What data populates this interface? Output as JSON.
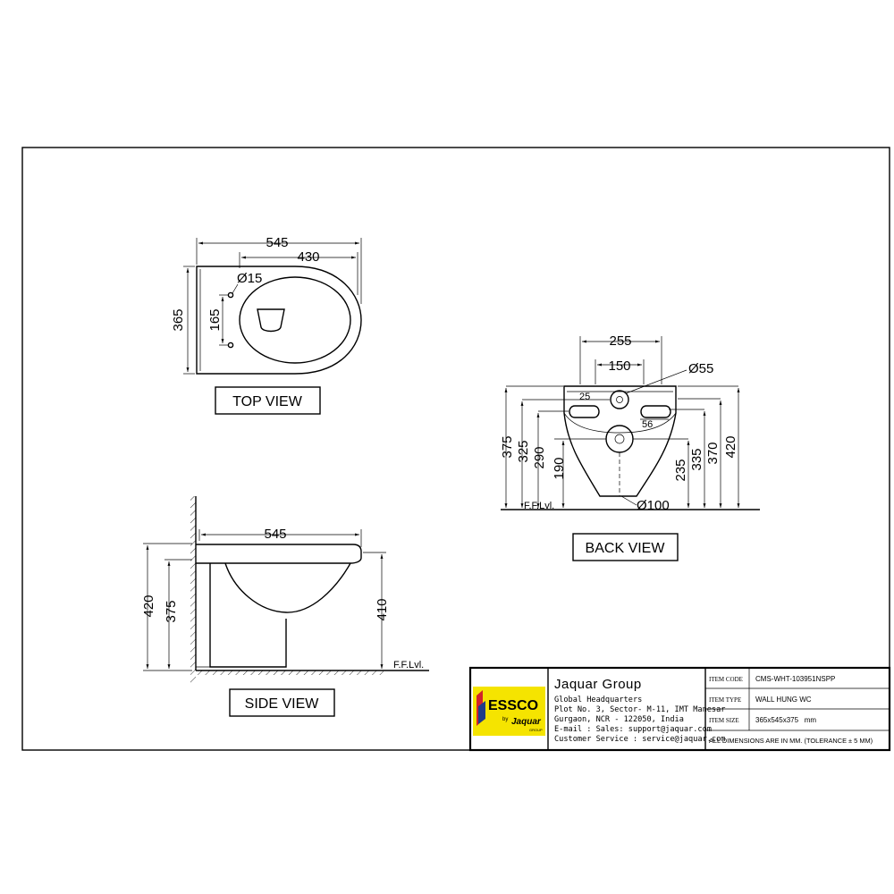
{
  "top_view": {
    "label": "TOP VIEW",
    "dims": {
      "overall_length": "545",
      "bowl_length": "430",
      "depth": "365",
      "hole_spacing": "165",
      "hole_dia": "Ø15"
    }
  },
  "side_view": {
    "label": "SIDE VIEW",
    "dims": {
      "length": "545",
      "height_total": "420",
      "height_rim": "375",
      "height_outlet": "410"
    },
    "floor_label": "F.F.Lvl."
  },
  "back_view": {
    "label": "BACK VIEW",
    "dims": {
      "width_outer": "255",
      "width_inner": "150",
      "inlet_dia": "Ø55",
      "slot_h": "25",
      "slot_w": "56",
      "left_375": "375",
      "left_325": "325",
      "left_290": "290",
      "left_190": "190",
      "right_235": "235",
      "right_335": "335",
      "right_370": "370",
      "right_420": "420",
      "outlet_dia": "Ø100"
    },
    "floor_label": "F.F.Lvl."
  },
  "title_block": {
    "company": "Jaquar Group",
    "brand_logo": "ESSCO",
    "brand_by": "by",
    "brand_parent": "Jaquar",
    "brand_group": "GROUP",
    "address_lines": [
      "Global Headquarters",
      "Plot No. 3, Sector- M-11, IMT Manesar",
      "Gurgaon, NCR - 122050, India",
      "E-mail : Sales: support@jaquar.com",
      "Customer Service : service@jaquar.com"
    ],
    "item_code_label": "ITEM CODE",
    "item_code": "CMS-WHT-103951NSPP",
    "item_type_label": "ITEM TYPE",
    "item_type": "WALL HUNG WC",
    "item_size_label": "ITEM SIZE",
    "item_size": "365x545x375   mm",
    "note": "ALL DIMENSIONS ARE IN MM. (TOLERANCE ± 5 MM)"
  },
  "colors": {
    "line": "#000000",
    "logo_bg": "#f5e400",
    "logo_red": "#d2232a",
    "logo_blue": "#1f3c88"
  }
}
